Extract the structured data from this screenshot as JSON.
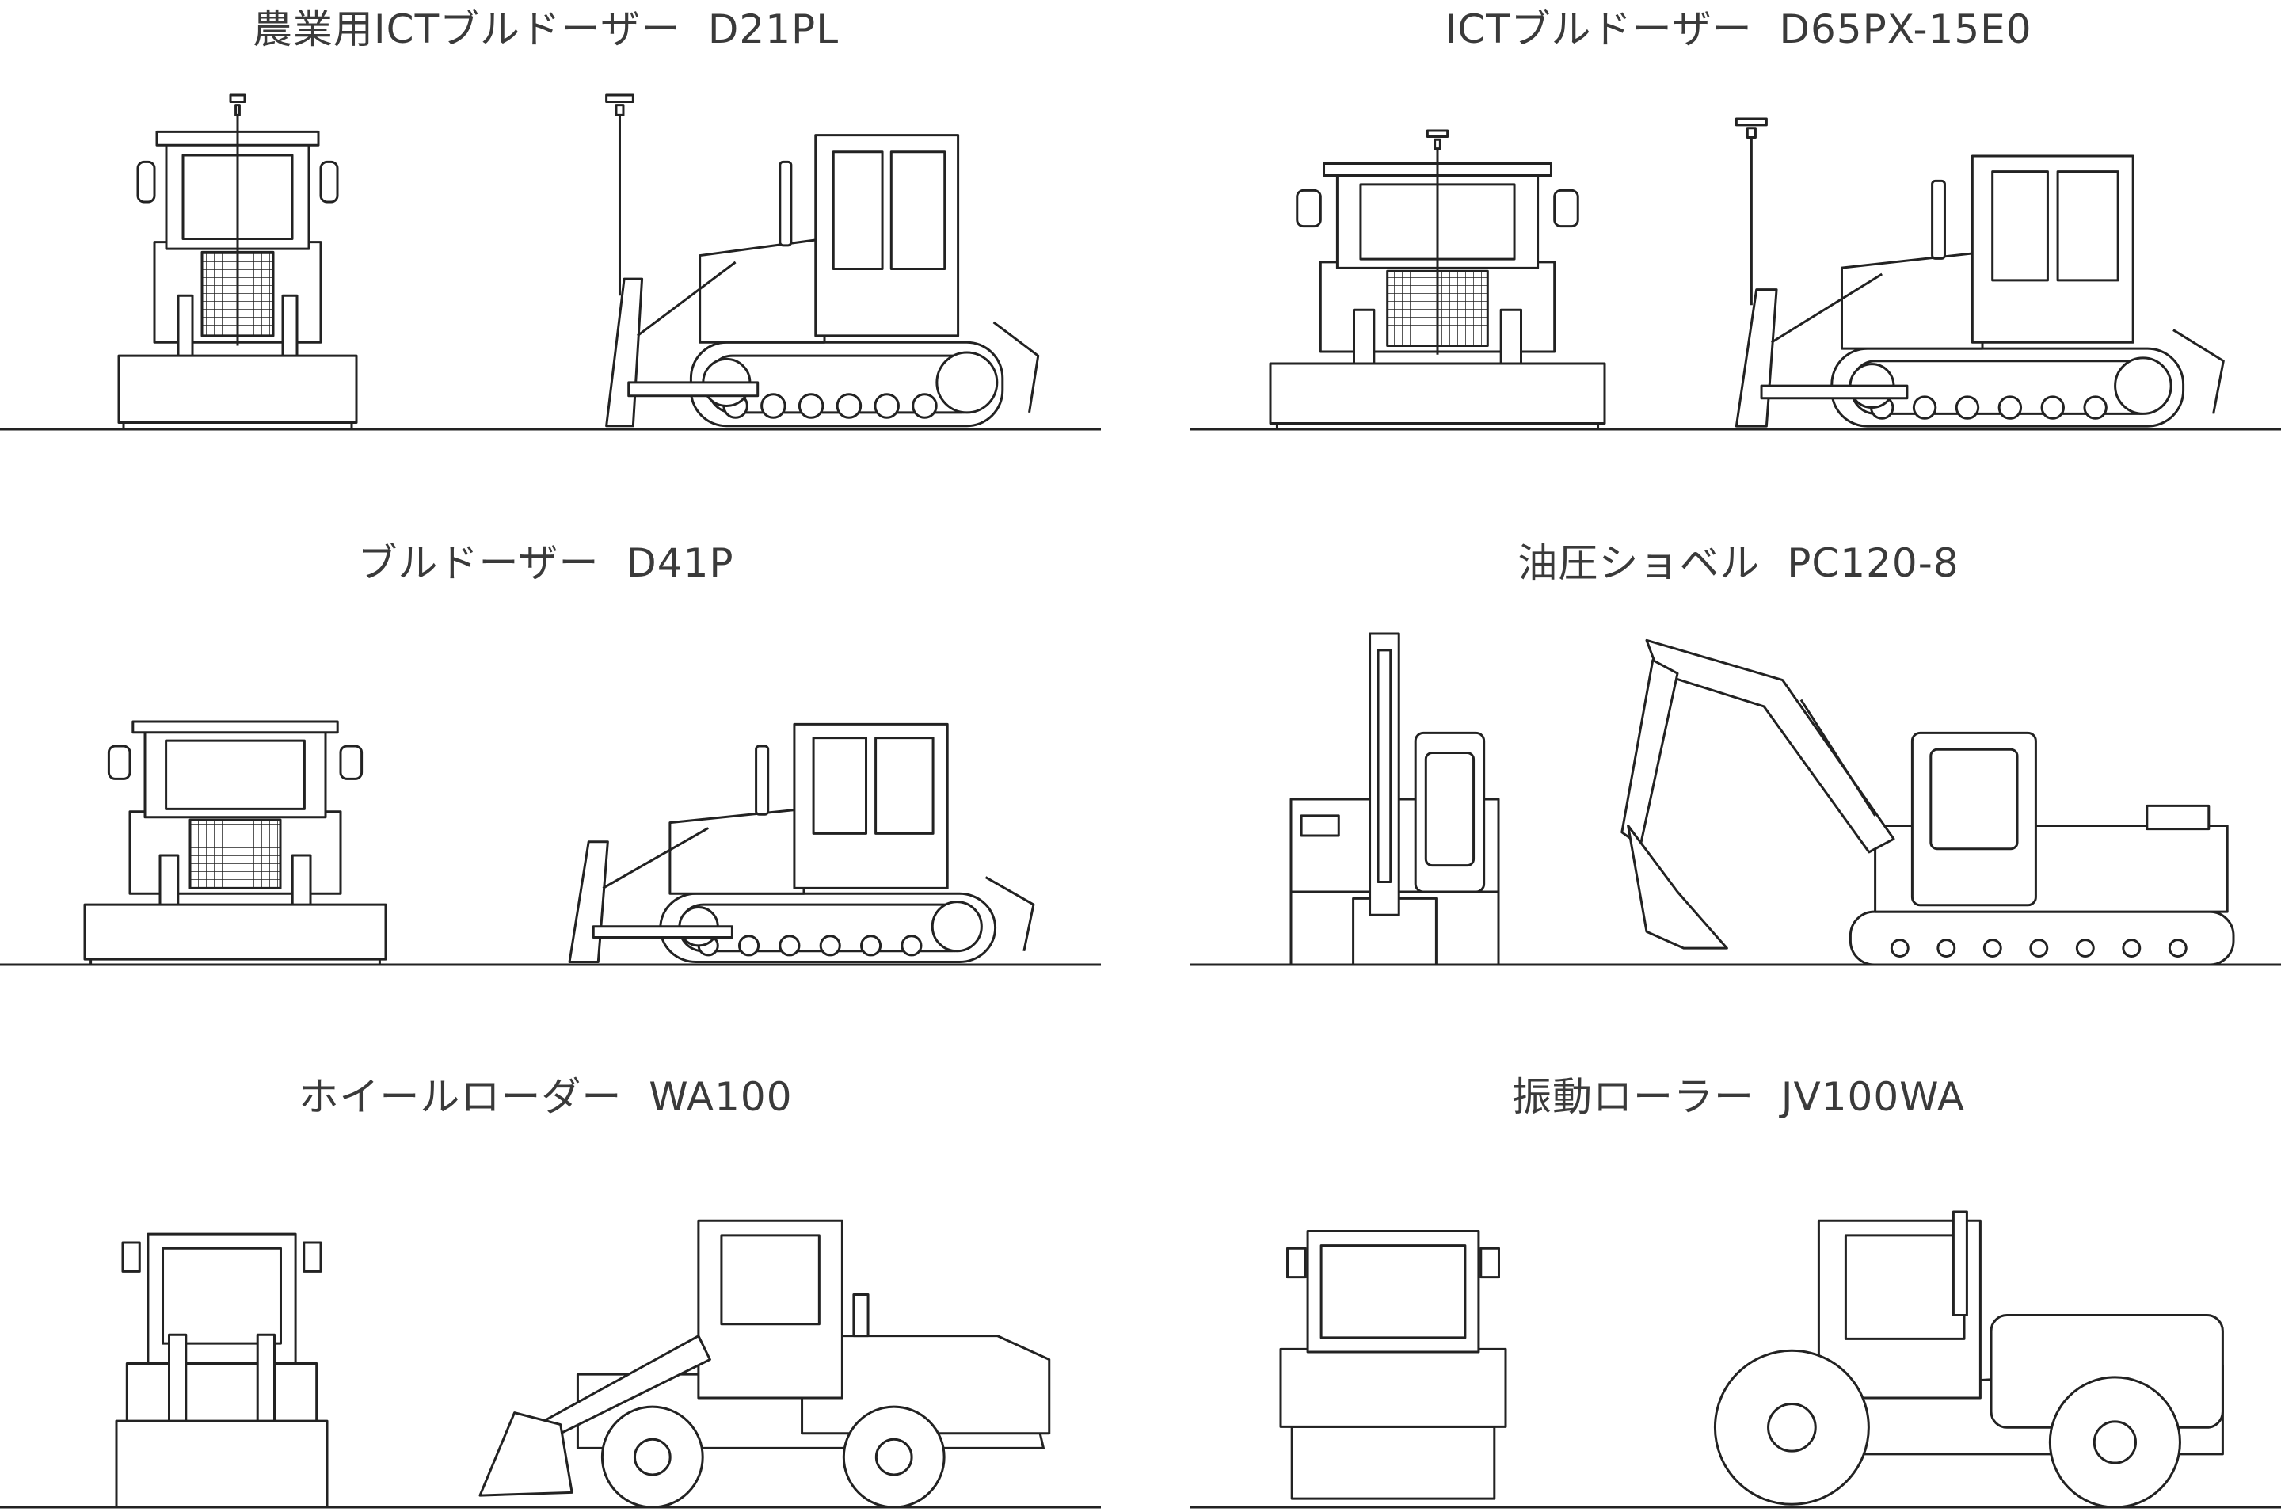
{
  "colors": {
    "line": "#222222",
    "text": "#3a3a3a",
    "background": "#ffffff"
  },
  "machines": [
    {
      "title": "農業用ICTブルドーザー  D21PL",
      "type": "dozer",
      "antenna": true
    },
    {
      "title": "ICTブルドーザー  D65PX-15E0",
      "type": "dozer",
      "antenna": true
    },
    {
      "title": "ブルドーザー  D41P",
      "type": "dozer",
      "antenna": false
    },
    {
      "title": "油圧ショベル  PC120-8",
      "type": "excavator",
      "antenna": false
    },
    {
      "title": "ホイールローダー  WA100",
      "type": "loader",
      "antenna": false
    },
    {
      "title": "振動ローラー  JV100WA",
      "type": "roller",
      "antenna": false
    }
  ]
}
